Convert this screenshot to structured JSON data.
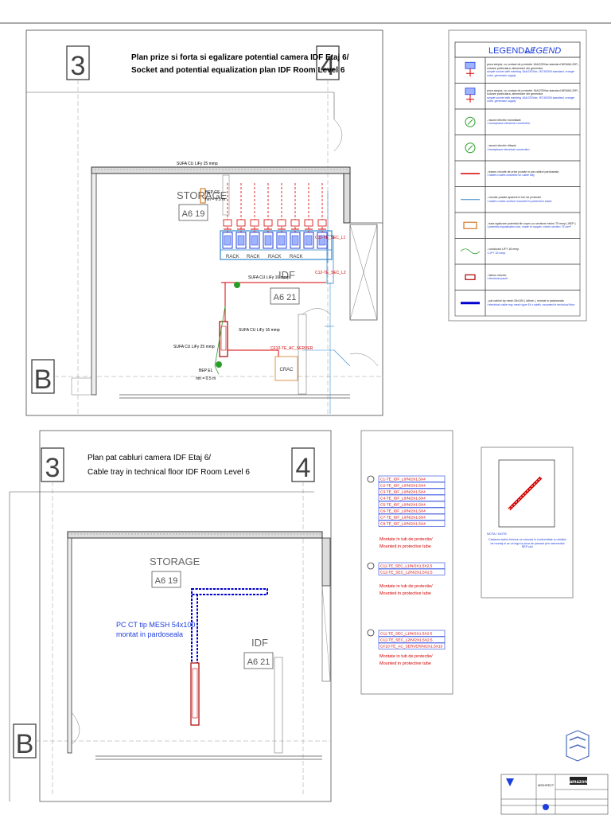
{
  "plan1": {
    "grid_left": "3",
    "grid_right": "4",
    "grid_row": "B",
    "title_ro": "Plan prize si forta si egalizare potential camera IDF Etaj 6/",
    "title_en": "Socket and potential equalization plan IDF Room Level 6",
    "storage_label": "STORAGE",
    "storage_code": "A6 19",
    "idf_label": "IDF",
    "idf_code": "A6 21",
    "bep_cs": "BEP CS",
    "bep_cs_height": "hm = 0.5 m",
    "bep_el": "BEP EL",
    "bep_el_height": "hm = 0.5 m",
    "sufa_top": "SUFA CU LiFy 25 mmp",
    "sufa_idf": "SUFA CU LiFy 16 mmp",
    "sufa_mid": "SUFA CU LiFy 16 mmp",
    "sufa_low": "SUFA CU LiFy 25 mmp",
    "circuit_c11": "C11-TE_SEC_L1",
    "circuit_c12": "C12-TE_SEC_L2",
    "circuit_cf10": "CF10-TE_AC_SERVER",
    "crac": "CRAC",
    "rack": "RACK"
  },
  "plan2": {
    "grid_left": "3",
    "grid_right": "4",
    "grid_row": "B",
    "title_ro": "Plan pat cabluri camera IDF Etaj 6/",
    "title_en": "Cable tray in technical floor IDF Room Level 6",
    "storage_label": "STORAGE",
    "storage_code": "A6 19",
    "idf_label": "IDF",
    "idf_code": "A6 21",
    "tray_line1": "PC CT tip MESH 54x100",
    "tray_line2": "montat in pardoseala"
  },
  "legend": {
    "title_ro": "LEGENDA /",
    "title_en": "LEGEND",
    "items": [
      {
        "ro": "priza simpla, cu contact de protectie 16A/230Vac standard NEMA5-20R , culoare particulara, alimentare din generator",
        "en": "simple socket with earthing 16A/230Vac, IEC60309 standard, orange color, generator supply"
      },
      {
        "ro": "priza simpla, cu contact de protectie 16A/230Vac standard NEMA5-20R , culoare particulara, alimentare din generator",
        "en": "simple socket with earthing 16A/230Vac, IEC60309 standard, orange color, generator supply"
      },
      {
        "ro": "- racord electric monofazat",
        "en": "/ monophase electrical connection"
      },
      {
        "ro": "- racord electric trifazat",
        "en": "/ threephase electrical connection"
      },
      {
        "ro": "- traseu circuite de prize pozate in pat cabluri pardoseala",
        "en": "/ cables routes mounted on cable tray"
      },
      {
        "ro": "- circuite pozate aparent in tub de protectie",
        "en": "/ cables routes surface mounted in protection tubes"
      },
      {
        "ro": "- bara egalizare potential din cupru cu sectiune minim 75 mmp ( BEP )",
        "en": "/ potential equalization bar, made of copper, minim section 75 mm²"
      },
      {
        "ro": "- conductor LiFY 16 mmp",
        "en": "/ LiFY 16 mmp"
      },
      {
        "ro": "- tablou electric",
        "en": "/ electrical panel"
      },
      {
        "ro": "- pat cabluri tip mesh 54x100 ( latime ), montat in pardoseala",
        "en": "/ electrical cable tray mesh type 54 x width, mounted in technical floor"
      }
    ]
  },
  "cables": {
    "group1": [
      "C1-TE_IDF_L0/N/2X1.5X4",
      "C2-TE_IDF_L0/N/2X1.5X4",
      "C3-TE_IDF_L0/N/2X1.5X4",
      "C4-TE_IDF_L0/N/2X1.5X4",
      "C5-TE_IDF_L0/N/2X1.5X4",
      "C6-TE_IDF_L0/N/2X1.5X4",
      "C7-TE_IDF_L0/N/2X1.5X4",
      "C8-TE_IDF_L0/N/2X1.5X4"
    ],
    "group2": [
      "C11-TE_SEC_L1/N/2X1.5X2.5",
      "C12-TE_SEC_L2/N/2X1.5X2.5"
    ],
    "group3": [
      "C11-TE_SEC_L1/N/2X1.5X2.5",
      "C12-TE_SEC_L2/N/2X1.5X2.5",
      "CF10-TE_AC_SERVER/N/2X1.5X10"
    ],
    "note_ro": "Montate in tub de protectie/",
    "note_en": "Mounted in protective tube"
  },
  "detail": {
    "note_title": "NOTA / NOTE",
    "text": "Cablarea tavilor tehnice se executa in conformitate cu detaliul de montaj si se va lega la priza de pamant prin intermediul BEP-ului"
  },
  "titleblock": {
    "client": "amazon",
    "architect": "ARCHITECT"
  },
  "colors": {
    "tray_blue": "#0000cc",
    "cable_red": "#d40000",
    "text_blue": "#1f3fdc",
    "green": "#2a9d2a",
    "orange": "#d9761f"
  }
}
